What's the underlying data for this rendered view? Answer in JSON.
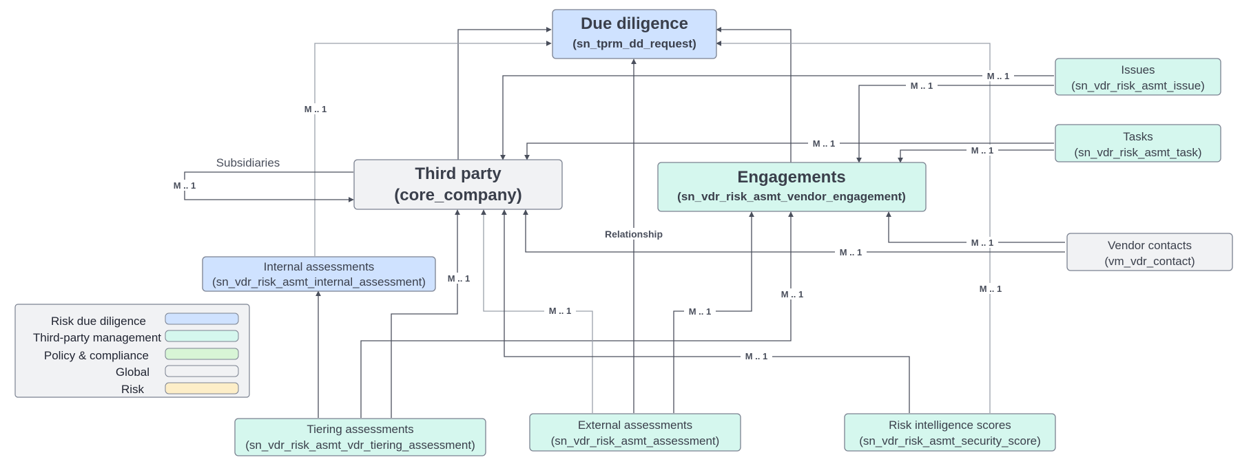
{
  "nodes": {
    "due_diligence": {
      "title": "Due diligence",
      "table": "(sn_tprm_dd_request)"
    },
    "third_party": {
      "title": "Third party",
      "table": "(core_company)"
    },
    "engagements": {
      "title": "Engagements",
      "table": "(sn_vdr_risk_asmt_vendor_engagement)"
    },
    "issues": {
      "title": "Issues",
      "table": "(sn_vdr_risk_asmt_issue)"
    },
    "tasks": {
      "title": "Tasks",
      "table": "(sn_vdr_risk_asmt_task)"
    },
    "vendor_contacts": {
      "title": "Vendor contacts",
      "table": "(vm_vdr_contact)"
    },
    "internal_assessments": {
      "title": "Internal assessments",
      "table": "(sn_vdr_risk_asmt_internal_assessment)"
    },
    "tiering_assessments": {
      "title": "Tiering assessments",
      "table": "(sn_vdr_risk_asmt_vdr_tiering_assessment)"
    },
    "external_assessments": {
      "title": "External assessments",
      "table": "(sn_vdr_risk_asmt_assessment)"
    },
    "risk_intelligence": {
      "title": "Risk intelligence scores",
      "table": "(sn_vdr_risk_asmt_security_score)"
    }
  },
  "labels": {
    "subsidiaries": "Subsidiaries",
    "relationship": "Relationship",
    "cardinality": "M .. 1"
  },
  "legend": [
    {
      "label": "Risk due diligence",
      "color": "#cfe2ff"
    },
    {
      "label": "Third-party management",
      "color": "#d5f7ee"
    },
    {
      "label": "Policy & compliance",
      "color": "#d8f5d6"
    },
    {
      "label": "Global",
      "color": "#f1f2f4"
    },
    {
      "label": "Risk",
      "color": "#fdeec8"
    }
  ],
  "colors": {
    "risk_due_diligence_fill": "#cfe2ff",
    "third_party_mgmt_fill": "#d5f7ee",
    "global_fill": "#f1f2f4",
    "border": "#7a8190",
    "line": "#4a4f5c",
    "text": "#3a3f4b"
  }
}
